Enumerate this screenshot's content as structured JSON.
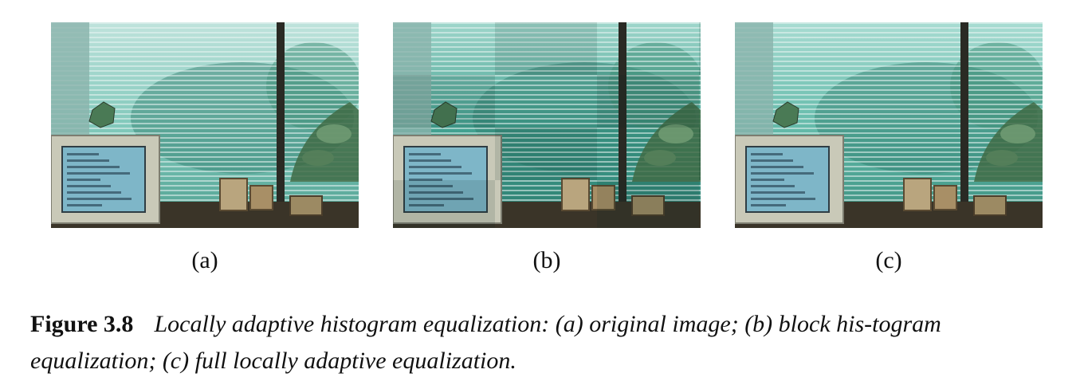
{
  "figure": {
    "panels": [
      {
        "id": "a",
        "label": "(a)",
        "variant": "original"
      },
      {
        "id": "b",
        "label": "(b)",
        "variant": "block"
      },
      {
        "id": "c",
        "label": "(c)",
        "variant": "adaptive"
      }
    ],
    "caption_number": "Figure 3.8",
    "caption_text": "Locally adaptive histogram equalization: (a) original image; (b) block his-togram equalization; (c) full locally adaptive equalization."
  },
  "colors": {
    "window_teal": "#6fc2b6",
    "frame_dark": "#2a2a24",
    "monitor_beige": "#c9c9b8",
    "screen_blue": "#7eb6c8",
    "plant_green": "#3f6b45"
  }
}
